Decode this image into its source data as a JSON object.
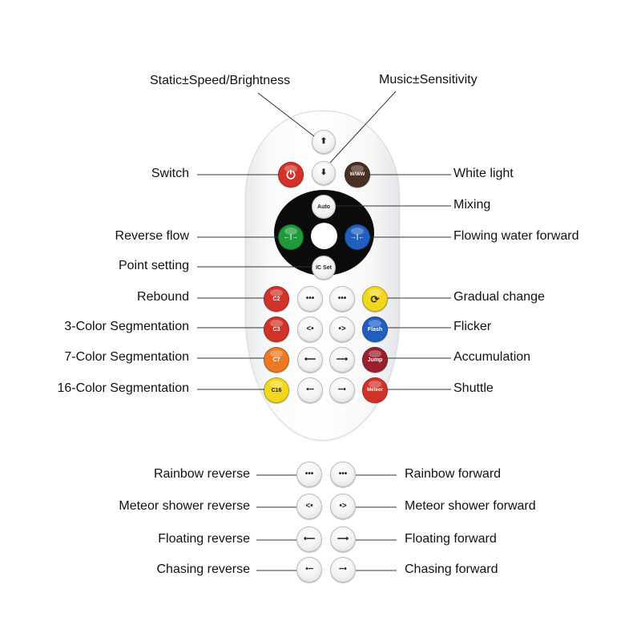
{
  "labels": {
    "static_speed": "Static±Speed/Brightness",
    "music": "Music±Sensitivity",
    "switch": "Switch",
    "white_light": "White light",
    "mixing": "Mixing",
    "reverse_flow": "Reverse flow",
    "flowing_forward": "Flowing water forward",
    "point_setting": "Point setting",
    "rebound": "Rebound",
    "gradual": "Gradual change",
    "seg3": "3-Color Segmentation",
    "flicker": "Flicker",
    "seg7": "7-Color Segmentation",
    "accumulation": "Accumulation",
    "seg16": "16-Color Segmentation",
    "shuttle": "Shuttle",
    "rainbow_reverse": "Rainbow reverse",
    "rainbow_forward": "Rainbow forward",
    "meteor_reverse": "Meteor shower reverse",
    "meteor_forward": "Meteor shower forward",
    "floating_reverse": "Floating reverse",
    "floating_forward": "Floating forward",
    "chasing_reverse": "Chasing reverse",
    "chasing_forward": "Chasing forward"
  },
  "buttons": {
    "ww": "W/WW",
    "auto": "Auto",
    "icset": "IC Set",
    "c2": "C2",
    "c3": "C3",
    "c7": "C7",
    "c16": "C16",
    "flash": "Flash",
    "jump": "Jump",
    "meteor": "Meteor"
  },
  "colors": {
    "red": "#d3322a",
    "green": "#1d9a3c",
    "blue": "#1f5fbf",
    "orange": "#ec7a22",
    "yellow": "#f1d81c",
    "maroon": "#9b1f2c",
    "brown": "#4a2f22",
    "line": "#333333"
  }
}
